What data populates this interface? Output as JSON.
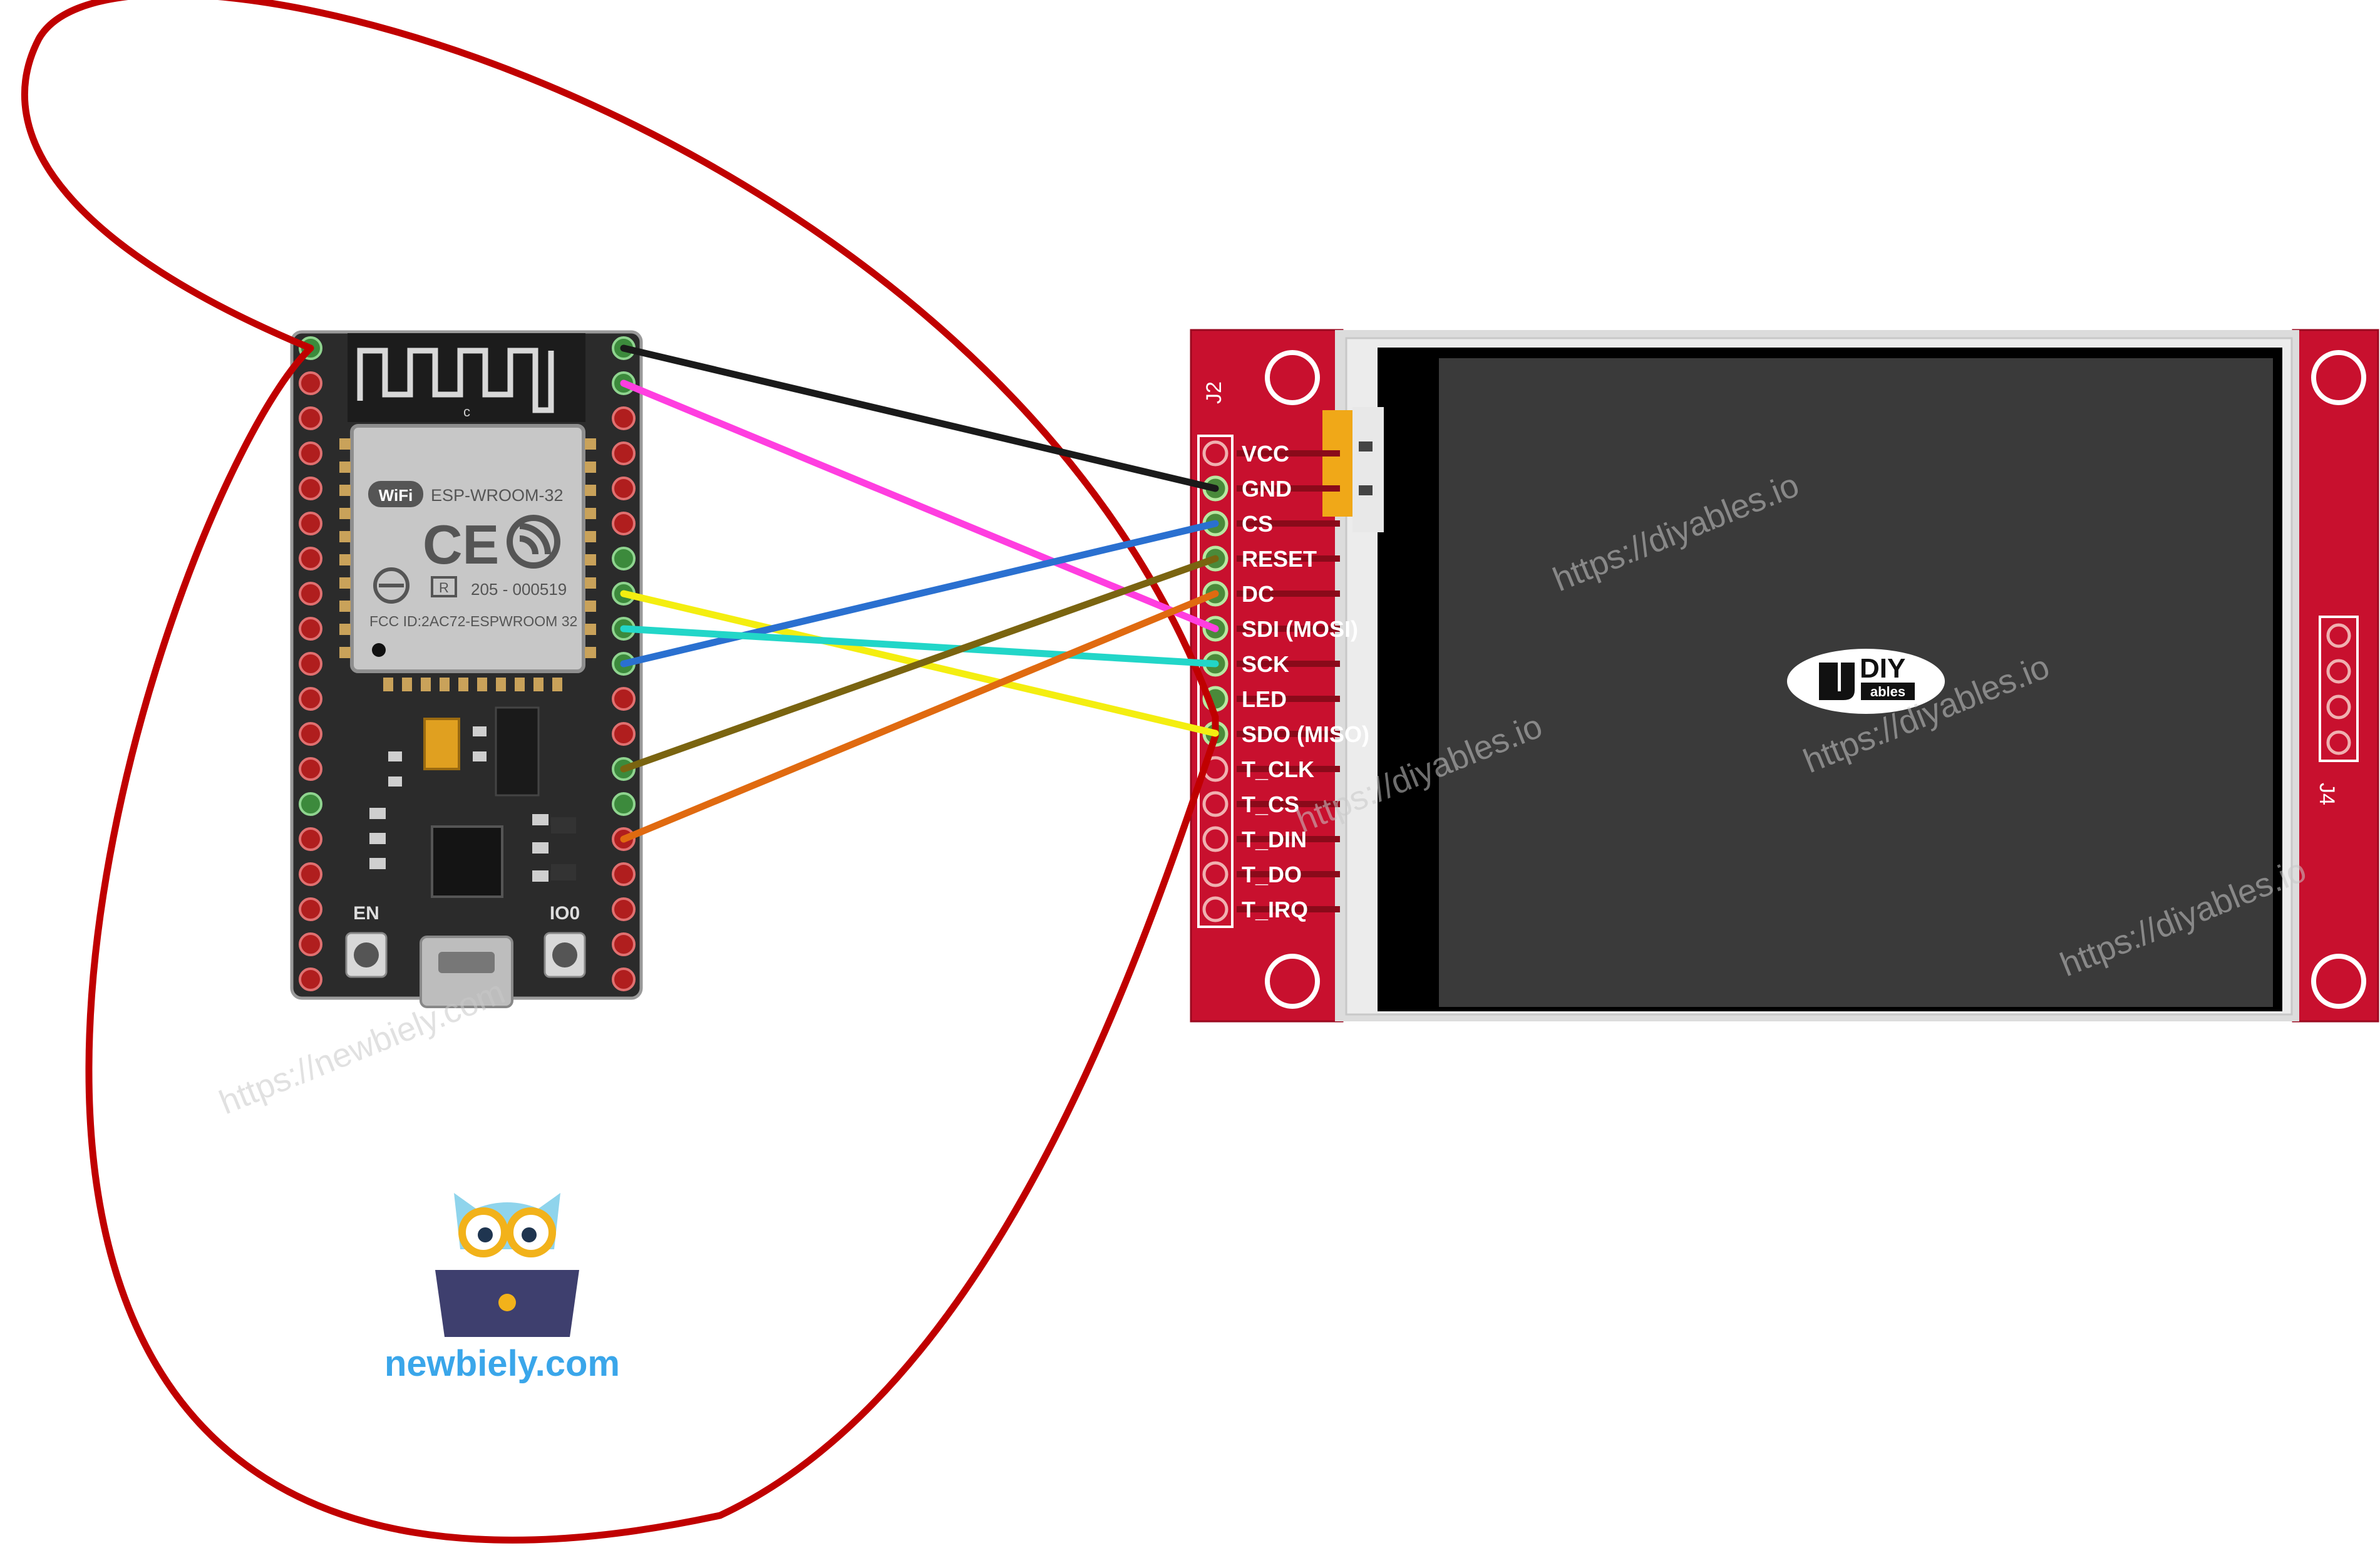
{
  "module": {
    "connector": "J2",
    "connector_right": "J4",
    "pins": [
      "VCC",
      "GND",
      "CS",
      "RESET",
      "DC",
      "SDI (MOSI)",
      "SCK",
      "LED",
      "SDO (MISO)",
      "T_CLK",
      "T_CS",
      "T_DIN",
      "T_DO",
      "T_IRQ"
    ],
    "logo_big": "DIY",
    "logo_small": "ables"
  },
  "esp32": {
    "shield_model": "ESP-WROOM-32",
    "wifi_badge": "WiFi",
    "cert_number": "205 - 000519",
    "fcc_id": "FCC ID:2AC72-ESPWROOM 32",
    "r_mark": "R",
    "c_mark": "c",
    "button_en": "EN",
    "button_io0": "IO0"
  },
  "brand": {
    "site": "newbiely.com"
  },
  "watermarks": [
    "https://newbiely.com",
    "https://diyables.io",
    "https://diyables.io",
    "https://diyables.io",
    "https://diyables.io"
  ],
  "colors": {
    "board_red": "#c8102e",
    "esp_board": "#2a2a2a",
    "wire_vcc": "#c00000",
    "wire_gnd": "#1a1a1a",
    "wire_cs": "#2a70d0",
    "wire_reset": "#7a6410",
    "wire_dc": "#e06a10",
    "wire_mosi": "#ff3ee0",
    "wire_sck": "#22d6c8",
    "wire_miso": "#f4ee10",
    "newbiely_blue": "#3aa6ea"
  }
}
